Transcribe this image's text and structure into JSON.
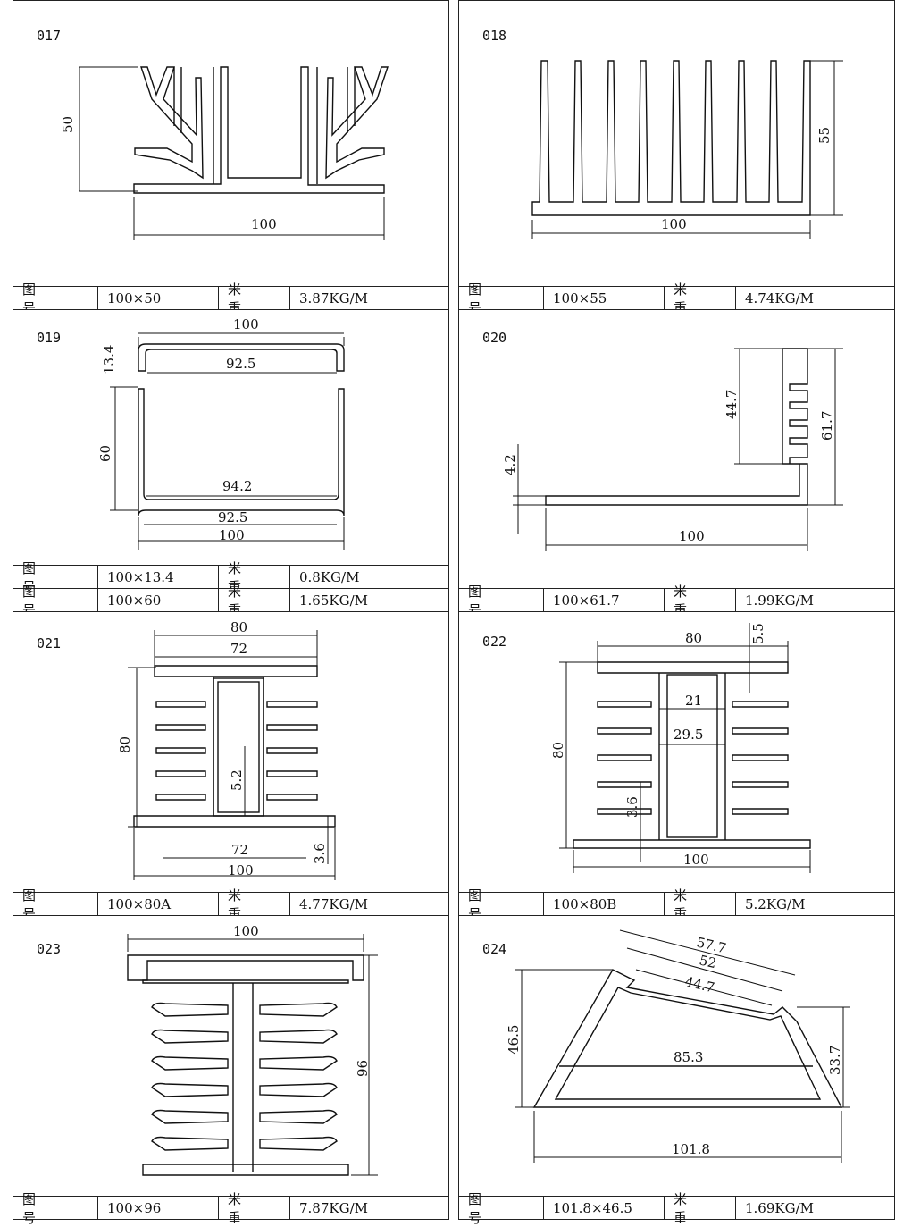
{
  "profiles": [
    {
      "id": "017",
      "dims": {
        "w": "100",
        "h": "50"
      },
      "spec": {
        "label_a": "图号",
        "size": "100×50",
        "label_b": "米重",
        "weight": "3.87KG/M"
      }
    },
    {
      "id": "018",
      "dims": {
        "w": "100",
        "h": "55"
      },
      "spec": {
        "label_a": "图号",
        "size": "100×55",
        "label_b": "米重",
        "weight": "4.74KG/M"
      }
    },
    {
      "id": "019",
      "dims": {
        "w_top": "100",
        "h_top": "13.4",
        "inner_top": "92.5",
        "h": "60",
        "inner": "94.2",
        "inner_bottom": "92.5",
        "w": "100"
      },
      "spec": {
        "label_a": "图号",
        "size": "100×13.4",
        "label_b": "米重",
        "weight": "0.8KG/M"
      },
      "spec2": {
        "label_a": "图号",
        "size": "100×60",
        "label_b": "米重",
        "weight": "1.65KG/M"
      }
    },
    {
      "id": "020",
      "dims": {
        "h_inner": "44.7",
        "h": "61.7",
        "t": "4.2",
        "w": "100"
      },
      "spec": {
        "label_a": "图号",
        "size": "100×61.7",
        "label_b": "米重",
        "weight": "1.99KG/M"
      }
    },
    {
      "id": "021",
      "dims": {
        "w_top": "80",
        "w_inner": "72",
        "h": "80",
        "slot": "5.2",
        "w_bot_inner": "72",
        "t": "3.6",
        "w": "100"
      },
      "spec": {
        "label_a": "图号",
        "size": "100×80A",
        "label_b": "米重",
        "weight": "4.77KG/M"
      }
    },
    {
      "id": "022",
      "dims": {
        "w_top": "80",
        "t_top": "5.5",
        "slot_in": "21",
        "slot_out": "29.5",
        "h": "80",
        "t": "3.6",
        "w": "100"
      },
      "spec": {
        "label_a": "图号",
        "size": "100×80B",
        "label_b": "米重",
        "weight": "5.2KG/M"
      }
    },
    {
      "id": "023",
      "dims": {
        "w": "100",
        "h": "96"
      },
      "spec": {
        "label_a": "图号",
        "size": "100×96",
        "label_b": "米重",
        "weight": "7.87KG/M"
      }
    },
    {
      "id": "024",
      "dims": {
        "s1": "57.7",
        "s2": "52",
        "s3": "44.7",
        "h_left": "46.5",
        "h_right": "33.7",
        "inner": "85.3",
        "w": "101.8"
      },
      "spec": {
        "label_a": "图号",
        "size": "101.8×46.5",
        "label_b": "米重",
        "weight": "1.69KG/M"
      }
    }
  ]
}
